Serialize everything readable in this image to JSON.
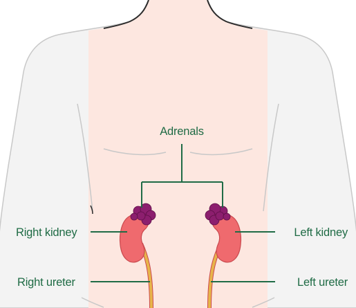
{
  "colors": {
    "page_background": "#ffffff",
    "body_fill": "#f3f3f3",
    "body_outline": "#c8c8c8",
    "neck_outline": "#2b2b2b",
    "torso_highlight": "#fde7e0",
    "kidney": "#ef6a6e",
    "kidney_outline": "#c9494e",
    "adrenal": "#8c1e6e",
    "adrenal_outline": "#5e0f47",
    "ureter": "#e7b44a",
    "label_text": "#1f6b45",
    "leader_line": "#1f6b45"
  },
  "labels": {
    "adrenals": "Adrenals",
    "right_kidney": "Right kidney",
    "left_kidney": "Left kidney",
    "right_ureter": "Right ureter",
    "left_ureter": "Left ureter"
  }
}
